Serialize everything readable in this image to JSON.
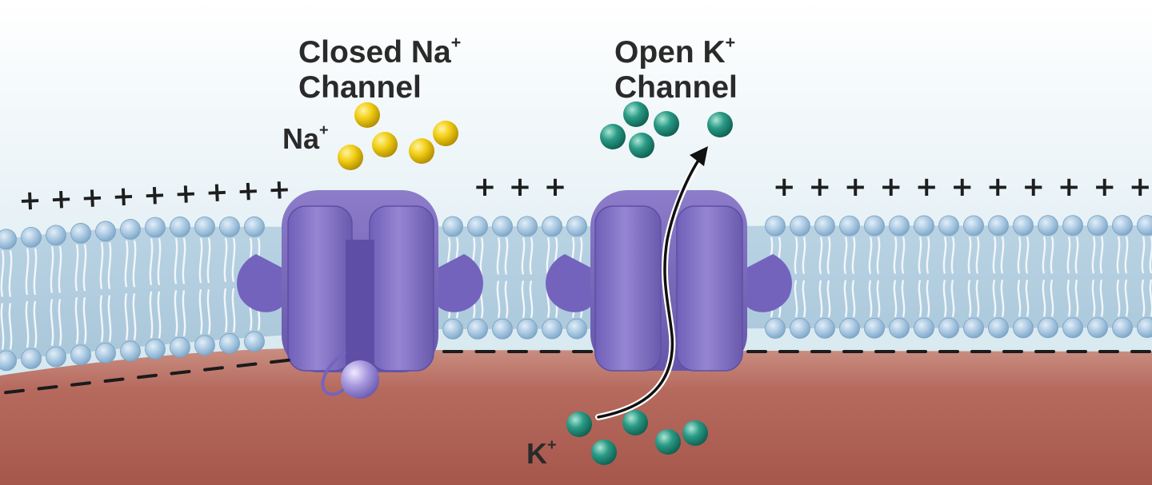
{
  "labels": {
    "closed_channel": {
      "line1": "Closed Na",
      "line1_sup": "+",
      "line2": "Channel"
    },
    "open_channel": {
      "line1": "Open K",
      "line1_sup": "+",
      "line2": "Channel"
    },
    "na_ion": {
      "text": "Na",
      "sup": "+"
    },
    "k_ion": {
      "text": "K",
      "sup": "+"
    }
  },
  "charges": {
    "outside_sign": "+",
    "inside_sign": "–"
  },
  "colors": {
    "extracellular": "#d5e8ef",
    "cytoplasm": "#b65f54",
    "phospholipid_head": "#9fc2de",
    "lipid_tail": "#f2f6fa",
    "channel_protein": "#8878c8",
    "sodium_ion": "#f2cf16",
    "potassium_ion": "#239582",
    "arrow": "#111111"
  }
}
